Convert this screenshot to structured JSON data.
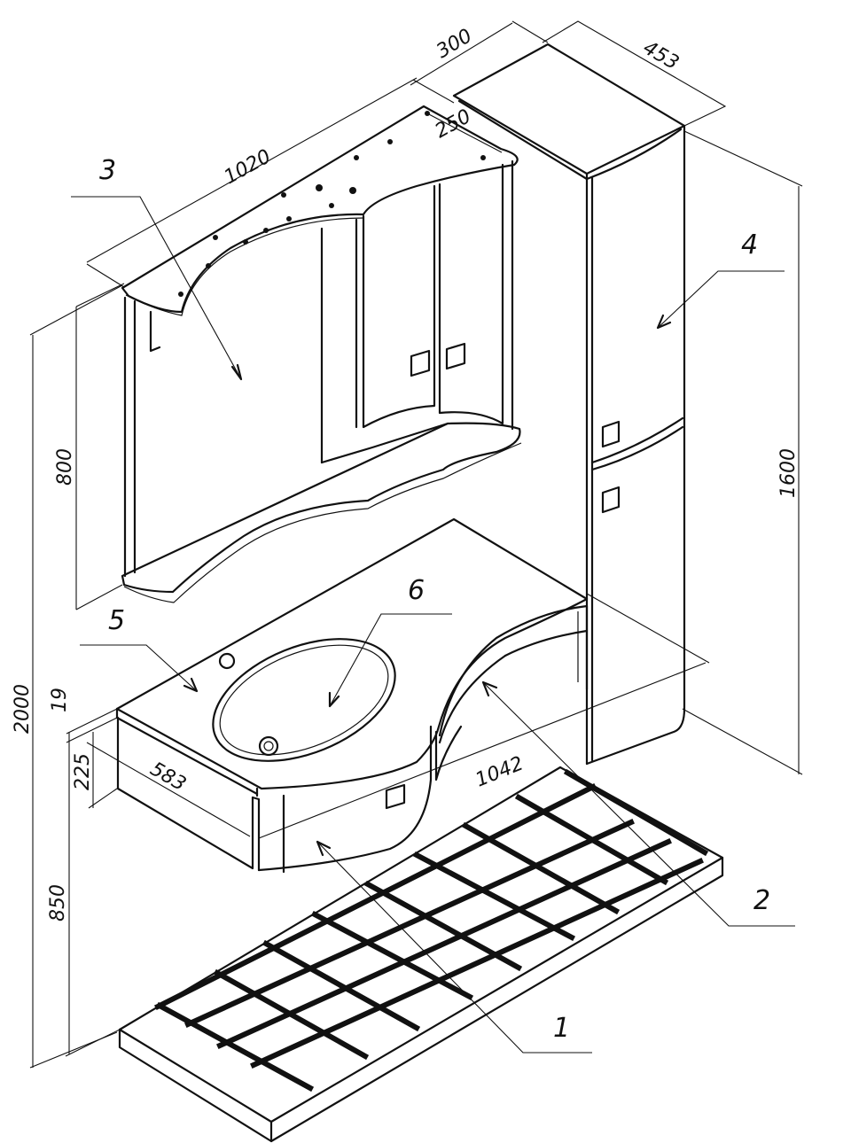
{
  "dimensions": {
    "mirror_width": "1020",
    "mirror_depth": "250",
    "column_depth": "300",
    "column_width": "453",
    "mirror_height": "800",
    "overall_height": "2000",
    "column_height": "1600",
    "top_thickness": "19",
    "vanity_height": "225",
    "vanity_depth": "583",
    "vanity_width": "1042",
    "mount_height": "850"
  },
  "callouts": {
    "c1": "1",
    "c2": "2",
    "c3": "3",
    "c4": "4",
    "c5": "5",
    "c6": "6"
  }
}
